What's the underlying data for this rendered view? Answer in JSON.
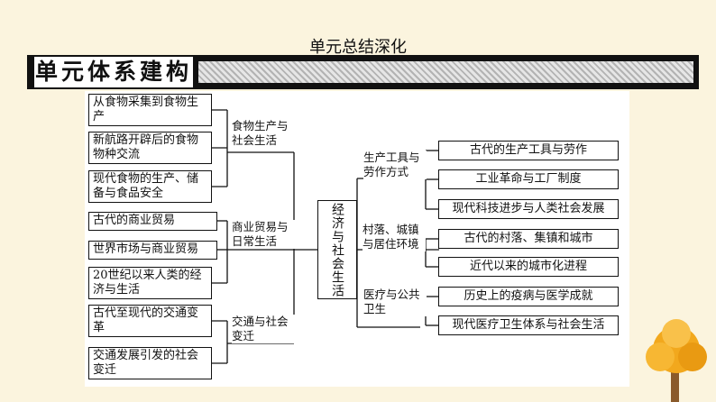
{
  "page_title": "单元总结深化",
  "banner_title": "单元体系建构",
  "center": "经济与社会生活",
  "left_groups": [
    {
      "label": "食物生产与社会生活",
      "items": [
        "从食物采集到食物生产",
        "新航路开辟后的食物物种交流",
        "现代食物的生产、储备与食品安全"
      ]
    },
    {
      "label": "商业贸易与日常生活",
      "items": [
        "古代的商业贸易",
        "世界市场与商业贸易",
        "20世纪以来人类的经济与生活"
      ]
    },
    {
      "label": "交通与社会变迁",
      "items": [
        "古代至现代的交通变革",
        "交通发展引发的社会变迁"
      ]
    }
  ],
  "right_groups": [
    {
      "label": "生产工具与劳作方式",
      "items": [
        "古代的生产工具与劳作",
        "工业革命与工厂制度",
        "现代科技进步与人类社会发展"
      ]
    },
    {
      "label": "村落、城镇与居住环境",
      "items": [
        "古代的村落、集镇和城市",
        "近代以来的城市化进程"
      ]
    },
    {
      "label": "医疗与公共卫生",
      "items": [
        "历史上的疫病与医学成就",
        "现代医疗卫生体系与社会生活"
      ]
    }
  ]
}
